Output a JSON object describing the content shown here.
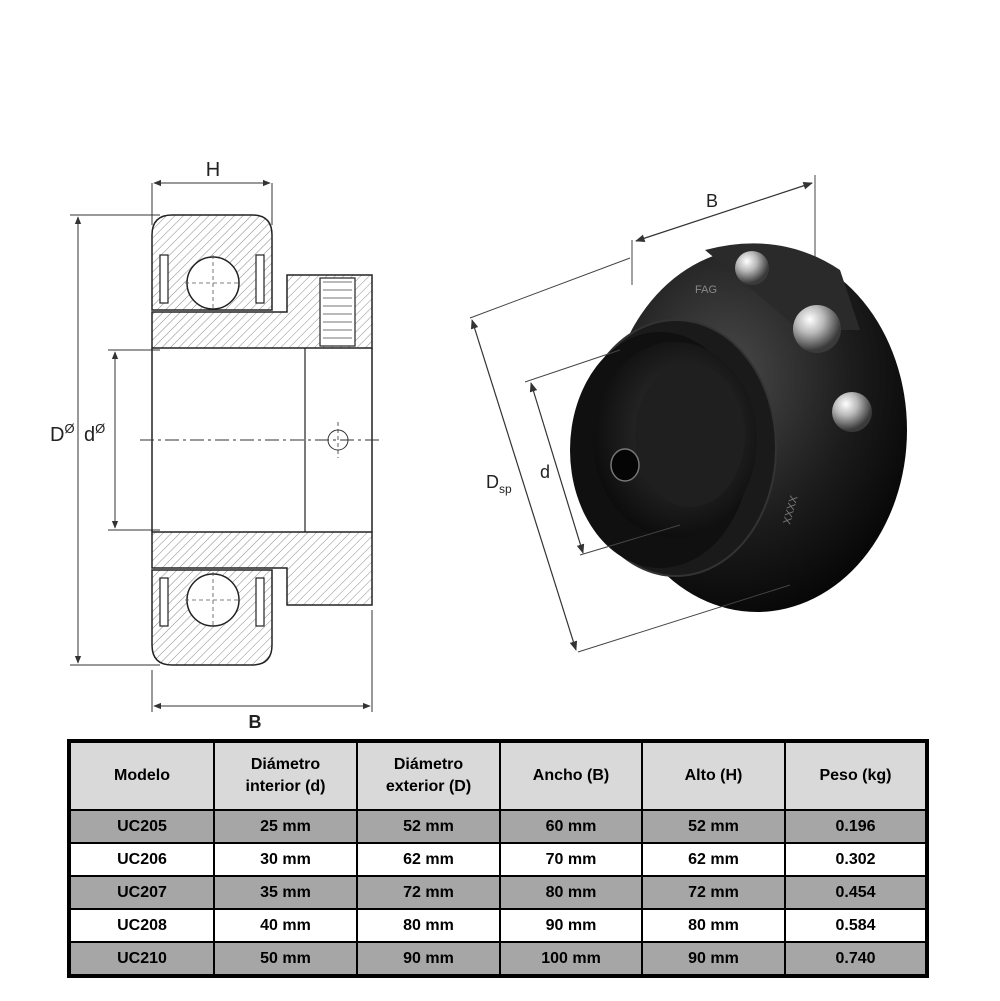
{
  "drawing": {
    "section_labels": {
      "height": "H",
      "width": "B",
      "outer_diameter": "D",
      "bore_diameter": "d",
      "diameter_symbol": "Ø"
    },
    "photo_labels": {
      "width": "B",
      "sphere_diameter": "D",
      "sphere_subscript": "sp",
      "bore": "d",
      "brand_mark": "FAG",
      "ring_mark": "XXXX"
    }
  },
  "table": {
    "headers": {
      "model": "Modelo",
      "bore_line1": "Diámetro",
      "bore_line2": "interior (d)",
      "outer_line1": "Diámetro",
      "outer_line2": "exterior (D)",
      "width": "Ancho (B)",
      "height": "Alto (H)",
      "weight": "Peso (kg)"
    },
    "rows": [
      {
        "model": "UC205",
        "bore": "25 mm",
        "outer": "52 mm",
        "width": "60 mm",
        "height": "52 mm",
        "weight": "0.196"
      },
      {
        "model": "UC206",
        "bore": "30 mm",
        "outer": "62 mm",
        "width": "70 mm",
        "height": "62 mm",
        "weight": "0.302"
      },
      {
        "model": "UC207",
        "bore": "35 mm",
        "outer": "72 mm",
        "width": "80 mm",
        "height": "72 mm",
        "weight": "0.454"
      },
      {
        "model": "UC208",
        "bore": "40 mm",
        "outer": "80 mm",
        "width": "90 mm",
        "height": "80 mm",
        "weight": "0.584"
      },
      {
        "model": "UC210",
        "bore": "50 mm",
        "outer": "90 mm",
        "width": "100 mm",
        "height": "90 mm",
        "weight": "0.740"
      }
    ]
  }
}
